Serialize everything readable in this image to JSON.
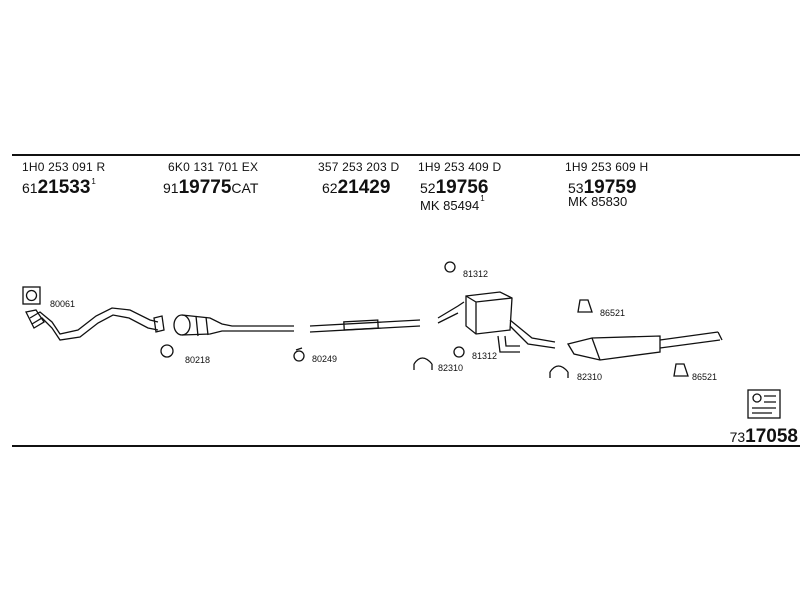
{
  "parts": [
    {
      "oe": "1H0 253 091 R",
      "prefix": "61",
      "number": "21533",
      "sup": "1",
      "suffix": "",
      "mk": ""
    },
    {
      "oe": "6K0 131 701 EX",
      "prefix": "91",
      "number": "19775",
      "sup": "",
      "suffix": "CAT",
      "mk": ""
    },
    {
      "oe": "357 253 203 D",
      "prefix": "62",
      "number": "21429",
      "sup": "",
      "suffix": "",
      "mk": ""
    },
    {
      "oe": "1H9 253 409 D",
      "prefix": "52",
      "number": "19756",
      "sup": "",
      "suffix": "",
      "mk": "MK 85494",
      "mk_sup": "1"
    },
    {
      "oe": "1H9 253 609 H",
      "prefix": "53",
      "number": "19759",
      "sup": "",
      "suffix": "",
      "mk": "MK 85830",
      "mk_sup": ""
    }
  ],
  "accessories": {
    "a80061": "80061",
    "a80218": "80218",
    "a80249": "80249",
    "a81312_top": "81312",
    "a81312_mid": "81312",
    "a82310_mid": "82310",
    "a82310_right": "82310",
    "a86521_top": "86521",
    "a86521_bot": "86521"
  },
  "total": {
    "prefix": "73",
    "number": "17058"
  }
}
